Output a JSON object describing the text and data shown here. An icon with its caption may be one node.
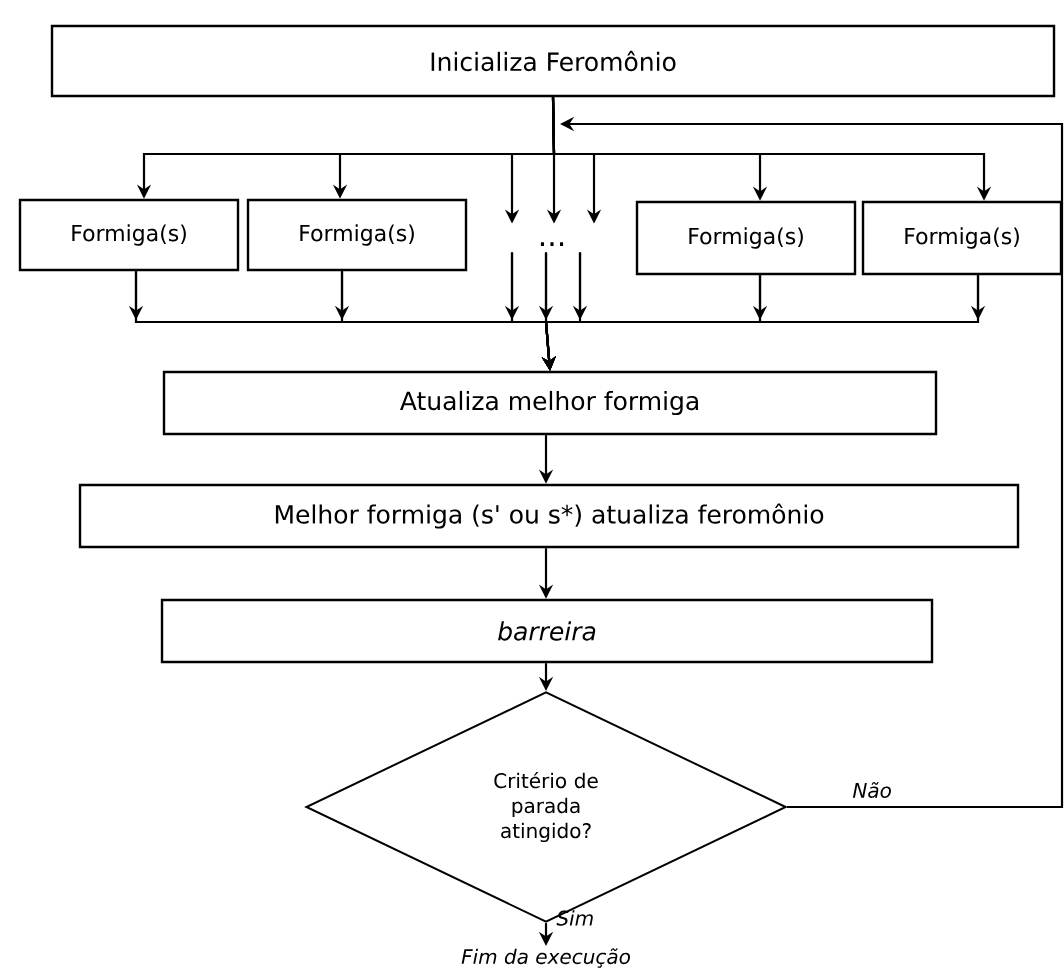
{
  "diagram": {
    "nodes": [
      {
        "text": [
          "Inicializa Feromônio"
        ]
      },
      {
        "text": [
          "Formiga(s)"
        ]
      },
      {
        "text": [
          "Formiga(s)"
        ]
      },
      {
        "text": [
          "Formiga(s)"
        ]
      },
      {
        "text": [
          "Formiga(s)"
        ]
      },
      {
        "text": [
          "..."
        ]
      },
      {
        "text": [
          "Atualiza melhor formiga"
        ]
      },
      {
        "text": [
          "Melhor formiga (s' ou s*) atualiza feromônio"
        ]
      },
      {
        "text": [
          "barreira"
        ]
      },
      {
        "text": [
          "Critério de parada atingido?"
        ]
      },
      {
        "text": [
          "Fim da execução"
        ]
      }
    ],
    "edges": [
      {
        "from": 0,
        "to": 1,
        "arrow": "to"
      },
      {
        "from": 0,
        "to": 2,
        "arrow": "to"
      },
      {
        "from": 0,
        "to": 5,
        "arrow": "to"
      },
      {
        "from": 0,
        "to": 5,
        "arrow": "to"
      },
      {
        "from": 0,
        "to": 5,
        "arrow": "to"
      },
      {
        "from": 0,
        "to": 3,
        "arrow": "to"
      },
      {
        "from": 0,
        "to": 4,
        "arrow": "to"
      },
      {
        "from": 1,
        "to": 6,
        "arrow": "to"
      },
      {
        "from": 2,
        "to": 6,
        "arrow": "to"
      },
      {
        "from": 5,
        "to": 6,
        "arrow": "to"
      },
      {
        "from": 5,
        "to": 6,
        "arrow": "to"
      },
      {
        "from": 5,
        "to": 6,
        "arrow": "to"
      },
      {
        "from": 3,
        "to": 6,
        "arrow": "to"
      },
      {
        "from": 4,
        "to": 6,
        "arrow": "to"
      },
      {
        "from": 6,
        "to": 7,
        "arrow": "to"
      },
      {
        "from": 7,
        "to": 8,
        "arrow": "to"
      },
      {
        "from": 8,
        "to": 9,
        "arrow": "to"
      },
      {
        "from": 9,
        "to": 0,
        "arrow": "to",
        "label": "Não"
      },
      {
        "from": 9,
        "to": 10,
        "arrow": "to",
        "label": "Sim"
      }
    ]
  }
}
